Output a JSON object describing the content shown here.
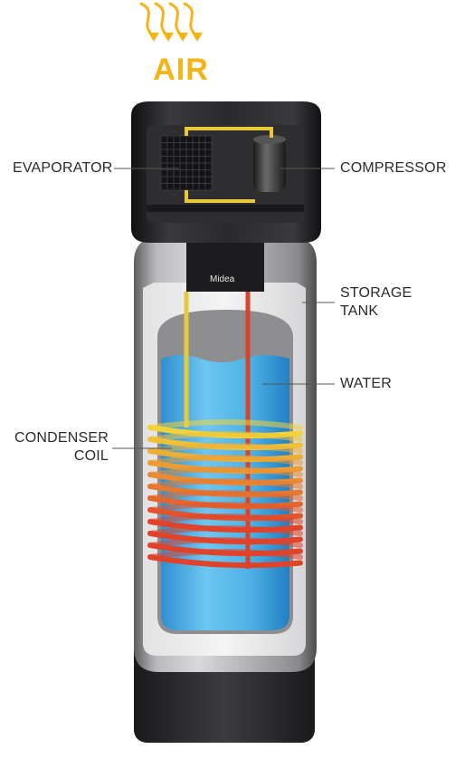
{
  "air_label": "AIR",
  "brand": "Midea",
  "colors": {
    "air": "#f5b316",
    "body_dark": "#2a2a2c",
    "water": "#5cb8e6",
    "coil_yellow": "#f1d33a",
    "coil_red": "#e0432a",
    "tank_shell": "#9a9a9c"
  },
  "labels": {
    "evaporator": "EVAPORATOR",
    "compressor": "COMPRESSOR",
    "storage_tank": [
      "STORAGE",
      "TANK"
    ],
    "water": "WATER",
    "condenser_coil": [
      "CONDENSER",
      "COIL"
    ]
  }
}
